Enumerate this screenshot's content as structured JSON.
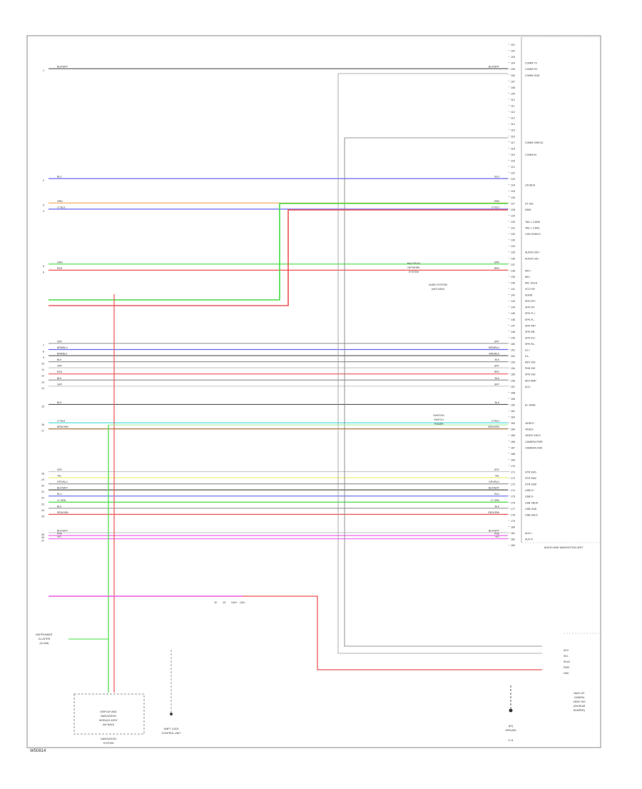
{
  "diagram_id": "W50814",
  "wire_colors": {
    "BLK/WHT": "#555555",
    "BLU": "#6666ee",
    "GRN": "#44dd44",
    "RED": "#ee5555",
    "YEL": "#eeee66",
    "ORN": "#eeaa55",
    "WHT": "#cccccc",
    "GRY": "#999999",
    "BRN": "#aa7744",
    "LT GRN": "#99ee99",
    "LT BLU": "#55dddd",
    "PNK": "#ee66ee",
    "VIO": "#aa66ee"
  },
  "wires": [
    {
      "left_pin": "1",
      "label": "BLK/WHT",
      "color": "BLK/WHT",
      "ecu_pin": "105"
    },
    {
      "left_pin": "2",
      "label": "BLU",
      "color": "BLU",
      "ecu_pin": "123"
    },
    {
      "left_pin": "3",
      "label": "ORN",
      "color": "ORN",
      "ecu_pin": "127"
    },
    {
      "left_pin": "4",
      "label": "LT BLU",
      "color": "BLU",
      "ecu_pin": "128"
    },
    {
      "left_pin": "5",
      "label": "GRN",
      "color": "GRN",
      "ecu_pin": "137"
    },
    {
      "left_pin": "6",
      "label": "RED",
      "color": "RED",
      "ecu_pin": "138"
    },
    {
      "left_pin": "7",
      "label": "GRY",
      "color": "GRY",
      "ecu_pin": "150"
    },
    {
      "left_pin": "8",
      "label": "BRN/BLU",
      "color": "BLU",
      "ecu_pin": "151"
    },
    {
      "left_pin": "9",
      "label": "BRN/BLK",
      "color": "BLK/WHT",
      "ecu_pin": "152"
    },
    {
      "left_pin": "10",
      "label": "BLK",
      "color": "GRY",
      "ecu_pin": "153"
    },
    {
      "left_pin": "11",
      "label": "GRY",
      "color": "WHT",
      "ecu_pin": "154"
    },
    {
      "left_pin": "12",
      "label": "RED",
      "color": "RED",
      "ecu_pin": "155"
    },
    {
      "left_pin": "13",
      "label": "BLK",
      "color": "GRY",
      "ecu_pin": "156"
    },
    {
      "left_pin": "14",
      "label": "GRY",
      "color": "WHT",
      "ecu_pin": "157"
    },
    {
      "left_pin": "15",
      "label": "BLK",
      "color": "BLK/WHT",
      "ecu_pin": "160"
    },
    {
      "left_pin": "16",
      "label": "LT BLU",
      "color": "LT BLU",
      "ecu_pin": "163"
    },
    {
      "left_pin": "17",
      "label": "BRN/ORN",
      "color": "BRN",
      "ecu_pin": "164"
    },
    {
      "left_pin": "18",
      "label": "GRY",
      "color": "WHT",
      "ecu_pin": "171"
    },
    {
      "left_pin": "19",
      "label": "YEL",
      "color": "YEL",
      "ecu_pin": "172"
    },
    {
      "left_pin": "20",
      "label": "GRY/BLU",
      "color": "GRY",
      "ecu_pin": "173"
    },
    {
      "left_pin": "21",
      "label": "BLK/WHT",
      "color": "BLK/WHT",
      "ecu_pin": "174"
    },
    {
      "left_pin": "22",
      "label": "BLU",
      "color": "BLU",
      "ecu_pin": "175"
    },
    {
      "left_pin": "23",
      "label": "LT GRN",
      "color": "GRN",
      "ecu_pin": "176"
    },
    {
      "left_pin": "24",
      "label": "BLK",
      "color": "GRY",
      "ecu_pin": "177"
    },
    {
      "left_pin": "25",
      "label": "RED/GRN",
      "color": "RED",
      "ecu_pin": "178"
    },
    {
      "left_pin": "26",
      "label": "BLK/WHT",
      "color": "WHT",
      "ecu_pin": "181"
    },
    {
      "left_pin": "27",
      "label": "VIO",
      "color": "PNK",
      "ecu_pin": "182"
    },
    {
      "left_pin": "28",
      "label": "PNK",
      "color": "PNK",
      "ecu_pin": ""
    }
  ],
  "ecu_pins": [
    "101",
    "102",
    "103",
    "104",
    "105",
    "106",
    "107",
    "108",
    "109",
    "110",
    "111",
    "112",
    "113",
    "114",
    "115",
    "116",
    "117",
    "118",
    "119",
    "120",
    "121",
    "122",
    "123",
    "124",
    "125",
    "126",
    "127",
    "128",
    "129",
    "130",
    "131",
    "132",
    "133",
    "134",
    "135",
    "136",
    "137",
    "138",
    "139",
    "140",
    "141",
    "142",
    "143",
    "144",
    "145",
    "146",
    "147",
    "148",
    "149",
    "150",
    "151",
    "152",
    "153",
    "154",
    "155",
    "156",
    "157",
    "158",
    "159",
    "160",
    "161",
    "162",
    "163",
    "164",
    "165",
    "166",
    "167",
    "168",
    "169",
    "170",
    "171",
    "172",
    "173",
    "174",
    "175",
    "176",
    "177",
    "178",
    "179",
    "180",
    "181",
    "182",
    "183"
  ],
  "ecu_labels": [
    {
      "pin": "104",
      "text": "COMM TX"
    },
    {
      "pin": "105",
      "text": "COMM RX"
    },
    {
      "pin": "106",
      "text": "COMM GND"
    },
    {
      "pin": "117",
      "text": "COMM SHIELD"
    },
    {
      "pin": "119",
      "text": "COMM IN"
    },
    {
      "pin": "124",
      "text": "LIN BUS"
    },
    {
      "pin": "127",
      "text": "ST SIG"
    },
    {
      "pin": "128",
      "text": "NSW"
    },
    {
      "pin": "130",
      "text": "TAIL L CANH"
    },
    {
      "pin": "131",
      "text": "TAIL L CANL"
    },
    {
      "pin": "132",
      "text": "CAN SHIELD"
    },
    {
      "pin": "135",
      "text": "AUDIO SIG+"
    },
    {
      "pin": "136",
      "text": "AUDIO SIG-"
    },
    {
      "pin": "138",
      "text": "MIC+"
    },
    {
      "pin": "139",
      "text": "MIC-"
    },
    {
      "pin": "140",
      "text": "MIC SHLD"
    },
    {
      "pin": "141",
      "text": "VCC+5V"
    },
    {
      "pin": "142",
      "text": "SGND"
    },
    {
      "pin": "143",
      "text": "SPK FR+"
    },
    {
      "pin": "144",
      "text": "SPK FR-"
    },
    {
      "pin": "145",
      "text": "SPK FL+"
    },
    {
      "pin": "146",
      "text": "SPK FL-"
    },
    {
      "pin": "147",
      "text": "SPK RR+"
    },
    {
      "pin": "148",
      "text": "SPK RR-"
    },
    {
      "pin": "149",
      "text": "SPK RL+"
    },
    {
      "pin": "150",
      "text": "SPK RL-"
    },
    {
      "pin": "151",
      "text": "ILL+"
    },
    {
      "pin": "152",
      "text": "ILL-"
    },
    {
      "pin": "153",
      "text": "REV SIG"
    },
    {
      "pin": "154",
      "text": "PKB SIG"
    },
    {
      "pin": "155",
      "text": "SPD SIG"
    },
    {
      "pin": "156",
      "text": "ANT AMP"
    },
    {
      "pin": "157",
      "text": "ACC"
    },
    {
      "pin": "160",
      "text": "B+ MAIN"
    },
    {
      "pin": "163",
      "text": "VIDEO+"
    },
    {
      "pin": "164",
      "text": "VIDEO-"
    },
    {
      "pin": "165",
      "text": "VIDEO SHLD"
    },
    {
      "pin": "166",
      "text": "CAMERA PWR"
    },
    {
      "pin": "167",
      "text": "CAMERA GND"
    },
    {
      "pin": "171",
      "text": "STR SW1"
    },
    {
      "pin": "172",
      "text": "STR SW2"
    },
    {
      "pin": "173",
      "text": "STR GND"
    },
    {
      "pin": "174",
      "text": "USB D+"
    },
    {
      "pin": "175",
      "text": "USB D-"
    },
    {
      "pin": "176",
      "text": "USB VBUS"
    },
    {
      "pin": "177",
      "text": "USB GND"
    },
    {
      "pin": "178",
      "text": "USB SHLD"
    },
    {
      "pin": "181",
      "text": "AUX L"
    },
    {
      "pin": "182",
      "text": "AUX R"
    }
  ],
  "components": {
    "ecu_title": "AUDIO AND NAVIGATION UNIT",
    "display_box": [
      "DISPLAY AND",
      "NAVIGATION",
      "MODULE ASSY",
      "(W/ NAVI)"
    ],
    "display_caption": [
      "NAVIGATION",
      "SYSTEM"
    ],
    "ground_caption": [
      "SHIFT LOCK",
      "CONTROL UNIT"
    ],
    "instrument_caption": [
      "INSTRUMENT",
      "CLUSTER",
      "(ILLUM)"
    ],
    "ground_symbol": [
      "(E2)",
      "GROUND"
    ],
    "ground_caption_bottom": "G-11",
    "right_mid_caption": [
      "MULTIPLEX",
      "NETWORK",
      "SYSTEM"
    ],
    "audio_caption": [
      "AUDIO SYSTEM",
      "(W/O NAVI)"
    ],
    "ignition_caption": [
      "IGNITION",
      "SWITCH",
      "POWER"
    ],
    "bottom_right_box": [
      "BACK-UP",
      "CAMERA",
      "VIDEO SIG",
      "(ON REAR",
      "BUMPER)"
    ],
    "camera_pins": [
      "SIG+",
      "SIG-",
      "SHLD",
      "PWR",
      "GND"
    ],
    "splice_labels": [
      "J/C",
      "J/C",
      "CAN+",
      "CAN-"
    ]
  }
}
